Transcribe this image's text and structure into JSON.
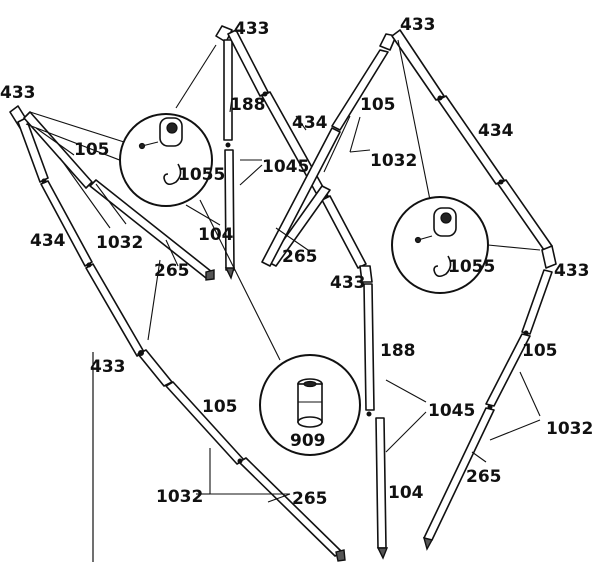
{
  "diagram": {
    "labels": {
      "l433_tl": "433",
      "l433_tc": "433",
      "l433_tr": "433",
      "l433_mid": "433",
      "l433_right": "433",
      "l433_low": "433",
      "l105_l": "105",
      "l105_c": "105",
      "l105_r": "105",
      "l105_low": "105",
      "l434_l": "434",
      "l434_c": "434",
      "l434_r": "434",
      "l188_t": "188",
      "l188_b": "188",
      "l1045_t": "1045",
      "l1045_b": "1045",
      "l1032_l": "1032",
      "l1032_c": "1032",
      "l1032_r": "1032",
      "l1032_low": "1032",
      "l1055_l": "1055",
      "l1055_r": "1055",
      "l104_t": "104",
      "l104_b": "104",
      "l265_l": "265",
      "l265_c": "265",
      "l265_r": "265",
      "l265_low": "265",
      "l909": "909"
    }
  }
}
